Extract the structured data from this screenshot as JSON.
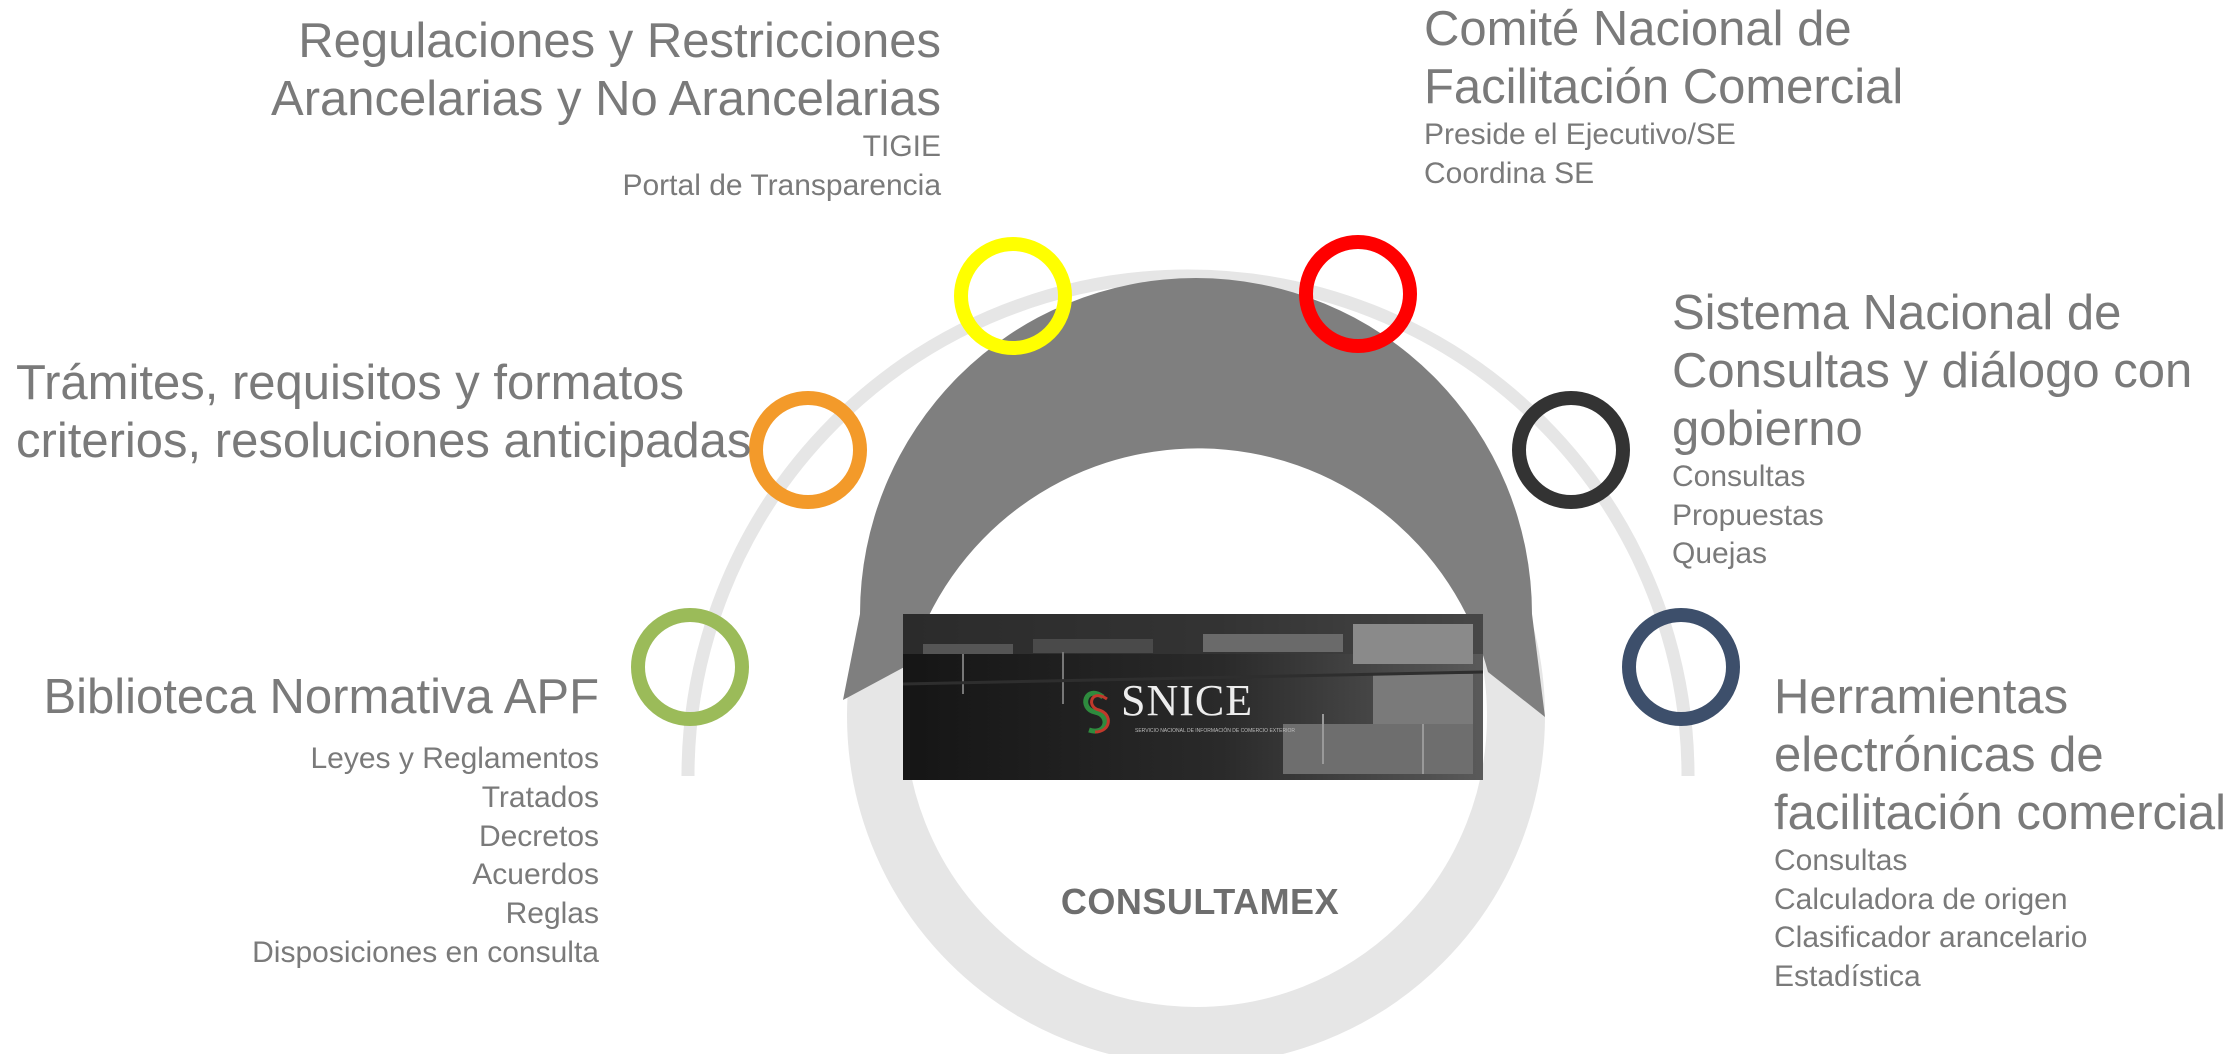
{
  "center": {
    "label": "CONSULTAMEX",
    "logo_text": "SNICE",
    "logo_subtext": "SERVICIO NACIONAL DE INFORMACIÓN DE COMERCIO EXTERIOR"
  },
  "blocks": [
    {
      "id": "regulaciones",
      "title_lines": [
        "Regulaciones y Restricciones",
        "Arancelarias y No Arancelarias"
      ],
      "items": [
        "TIGIE",
        "Portal de Transparencia"
      ],
      "ring_color": "#FFFF00"
    },
    {
      "id": "tramites",
      "title_lines": [
        "Trámites, requisitos y formatos",
        "criterios, resoluciones anticipadas"
      ],
      "items": [],
      "ring_color": "#F39A2A"
    },
    {
      "id": "biblioteca",
      "title_lines": [
        "Biblioteca Normativa APF"
      ],
      "items": [
        "Leyes y Reglamentos",
        "Tratados",
        "Decretos",
        "Acuerdos",
        "Reglas",
        "Disposiciones en consulta"
      ],
      "ring_color": "#9BBB59"
    },
    {
      "id": "comite",
      "title_lines": [
        "Comité Nacional de",
        "Facilitación Comercial"
      ],
      "items": [
        "Preside el Ejecutivo/SE",
        "Coordina SE"
      ],
      "ring_color": "#FF0000"
    },
    {
      "id": "sistema",
      "title_lines": [
        "Sistema Nacional de",
        "Consultas y diálogo con",
        "gobierno"
      ],
      "items": [
        "Consultas",
        "Propuestas",
        "Quejas"
      ],
      "ring_color": "#333333"
    },
    {
      "id": "herramientas",
      "title_lines": [
        "Herramientas",
        "electrónicas de",
        "facilitación comercial"
      ],
      "items": [
        "Consultas",
        "Calculadora de origen",
        "Clasificador arancelario",
        "Estadística"
      ],
      "ring_color": "#3D4F6B"
    }
  ]
}
